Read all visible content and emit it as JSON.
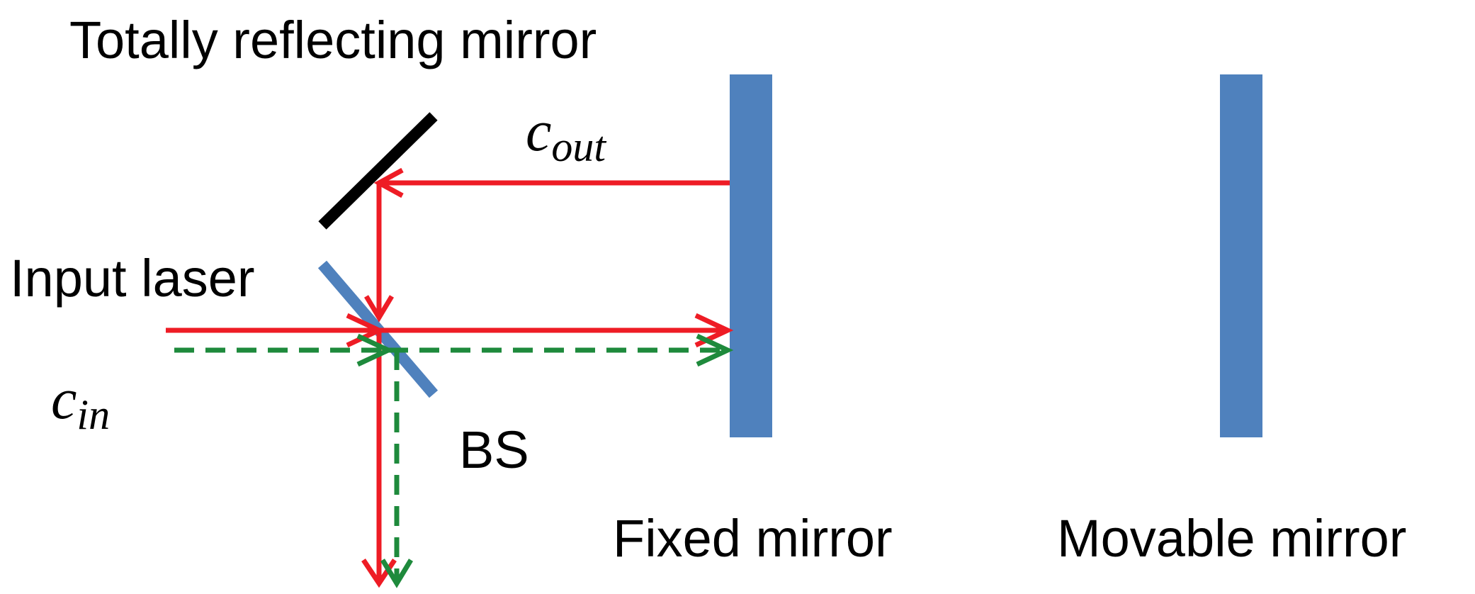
{
  "labels": {
    "totally_reflecting_mirror": "Totally reflecting mirror",
    "input_laser": "Input laser",
    "beam_splitter": "BS",
    "fixed_mirror": "Fixed mirror",
    "movable_mirror": "Movable mirror"
  },
  "symbols": {
    "c_out": {
      "base": "c",
      "subscript": "out"
    },
    "c_in": {
      "base": "c",
      "subscript": "in"
    }
  },
  "colors": {
    "red_beam": "#ee1c25",
    "green_beam": "#1e8a3c",
    "mirror_blue": "#4f81bd",
    "reflecting_mirror": "#000000",
    "text": "#000000"
  }
}
